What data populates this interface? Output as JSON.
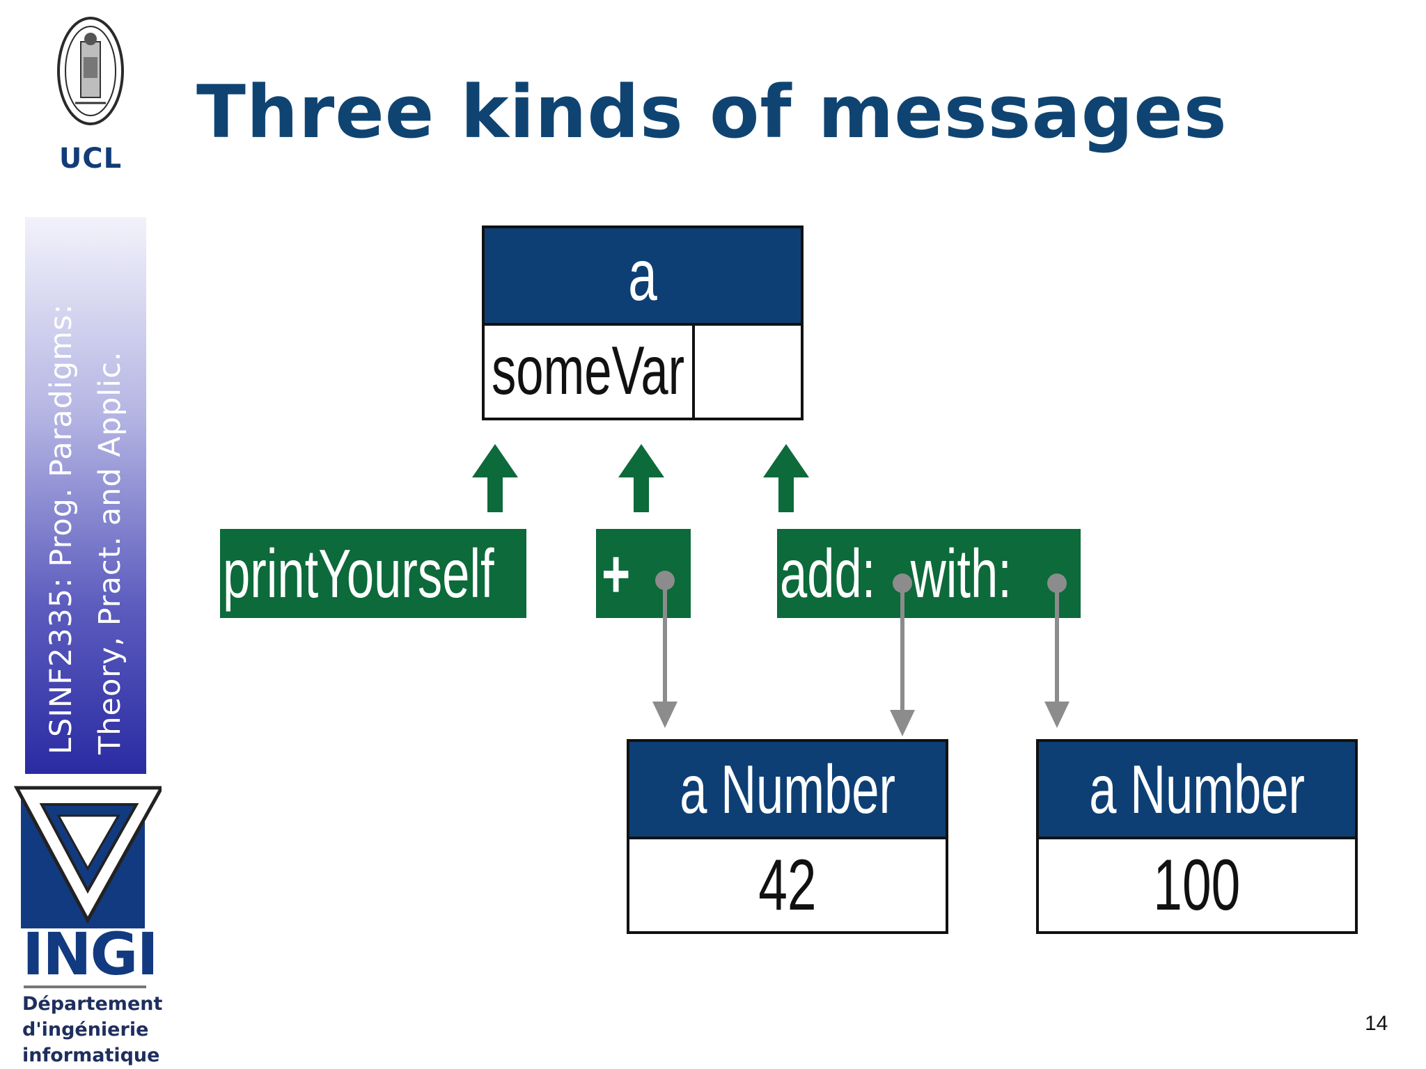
{
  "slide": {
    "title": "Three kinds of messages",
    "page_number": "14"
  },
  "sidebar": {
    "university": "UCL",
    "course_line1": "LSINF2335: Prog. Paradigms:",
    "course_line2": "Theory, Pract. and Applic.",
    "dept_logo": "INGI",
    "dept_line1": "Département",
    "dept_line2": "d'ingénierie",
    "dept_line3": "informatique"
  },
  "diagram": {
    "receiver": {
      "name": "a",
      "slot": "someVar"
    },
    "messages": {
      "unary": "printYourself",
      "binary": "+",
      "keyword_part1": "add:",
      "keyword_part2": "with:"
    },
    "arguments": [
      {
        "name": "a Number",
        "value": "42"
      },
      {
        "name": "a Number",
        "value": "100"
      }
    ],
    "colors": {
      "object_header": "#0d3f74",
      "message_box": "#0d6a3a",
      "arrow_up": "#0d6a3a",
      "arrow_down": "#8c8c8c",
      "title": "#0f4472"
    }
  }
}
